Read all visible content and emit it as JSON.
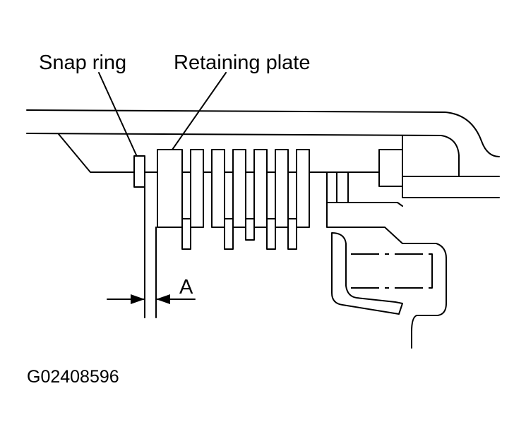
{
  "labels": {
    "snap_ring": "Snap ring",
    "retaining_plate": "Retaining plate",
    "clearance": "A"
  },
  "figure_code": "G02408596"
}
